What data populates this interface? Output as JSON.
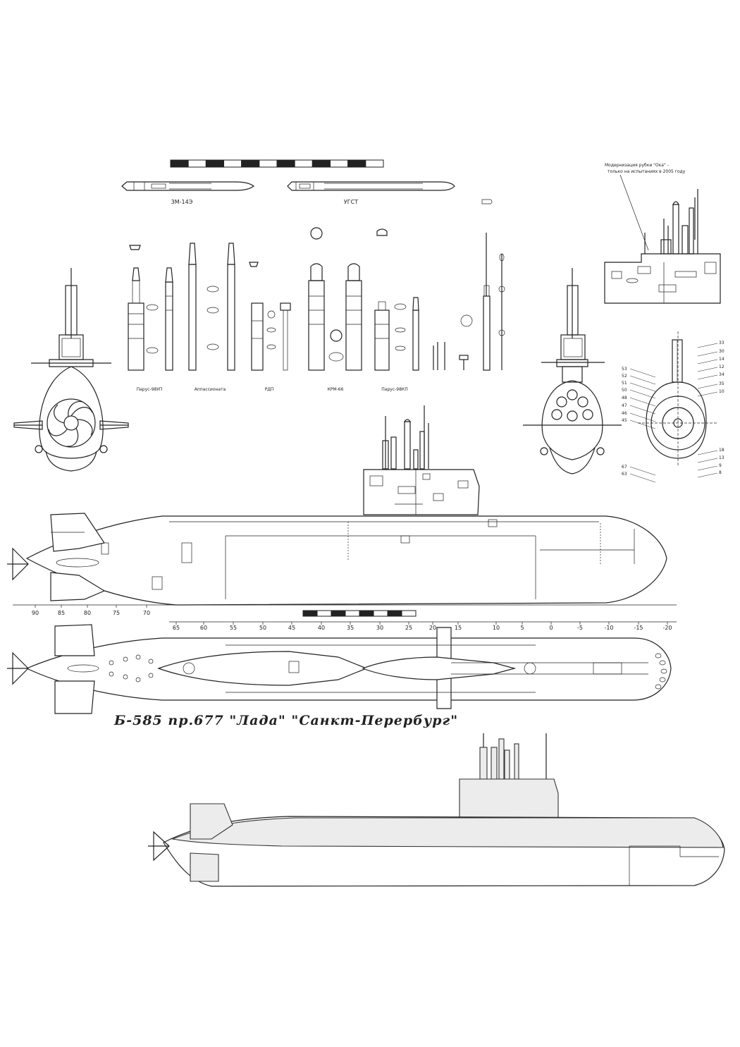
{
  "colors": {
    "ink": "#222222",
    "paper": "#ffffff",
    "shade": "#ececec"
  },
  "drawing": {
    "title": "Б-585 пр.677 \"Лада\" \"Санкт-Перербург\"",
    "weapons": {
      "torpedo_1": "3М-14Э",
      "torpedo_2": "УГСТ"
    },
    "masts": [
      "Парус-98УП",
      "Аппассионата",
      "РДП",
      "КРМ-66",
      "Парус-98КП"
    ],
    "note": {
      "line1": "Модернизация рубки \"Ока\" -",
      "line2": "только на испытаниях в 2005 году"
    },
    "frame_numbers": [
      "90",
      "85",
      "80",
      "75",
      "70",
      "65",
      "60",
      "55",
      "50",
      "45",
      "40",
      "35",
      "30",
      "25",
      "20",
      "15",
      "10",
      "5",
      "0",
      "-5",
      "-10",
      "-15",
      "-20"
    ],
    "section_numbers_right": [
      "33",
      "30",
      "14",
      "12",
      "34",
      "35",
      "10",
      "18",
      "13",
      "9",
      "8"
    ],
    "section_numbers_left": [
      "53",
      "52",
      "51",
      "50",
      "48",
      "47",
      "46",
      "45",
      "67",
      "63"
    ]
  }
}
